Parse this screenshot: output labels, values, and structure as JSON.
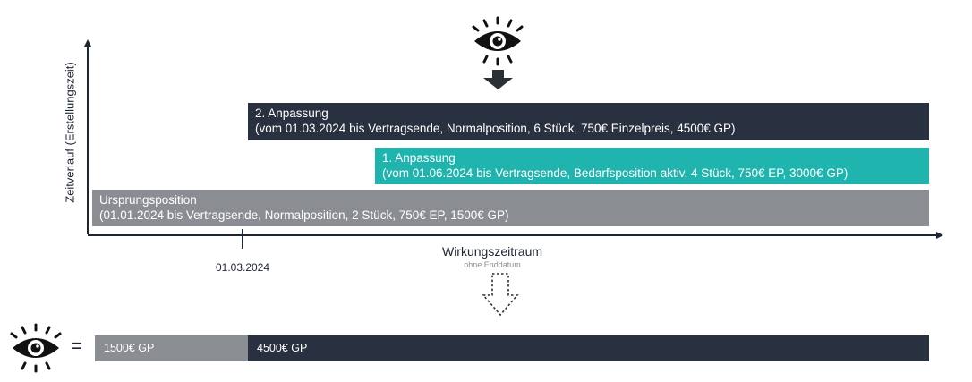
{
  "colors": {
    "dark": "#29303f",
    "teal": "#1fb4ae",
    "gray": "#8a8d92",
    "axis": "#1e2533"
  },
  "icons": {
    "top_eye": "eye-icon",
    "arrow_down": "arrow-down-icon",
    "dotted_arrow": "dotted-arrow-down-icon",
    "bottom_eye": "eye-icon"
  },
  "axes": {
    "y_label": "Zeitverlauf (Erstellungszeit)",
    "x_label": "Wirkungszeitraum",
    "x_sublabel": "ohne Enddatum",
    "tick_label": "01.03.2024"
  },
  "bars": {
    "second": {
      "title": "2. Anpassung",
      "detail": "(vom 01.03.2024 bis Vertragsende, Normalposition, 6 Stück, 750€ Einzelpreis, 4500€ GP)"
    },
    "first": {
      "title": "1. Anpassung",
      "detail": "(vom 01.06.2024 bis Vertragsende, Bedarfsposition aktiv, 4 Stück, 750€ EP, 3000€ GP)"
    },
    "origin": {
      "title": "Ursprungsposition",
      "detail": "(01.01.2024 bis Vertragsende, Normalposition, 2 Stück, 750€ EP, 1500€ GP)"
    }
  },
  "result": {
    "equals": "=",
    "segment_a": "1500€ GP",
    "segment_b": "4500€ GP"
  }
}
